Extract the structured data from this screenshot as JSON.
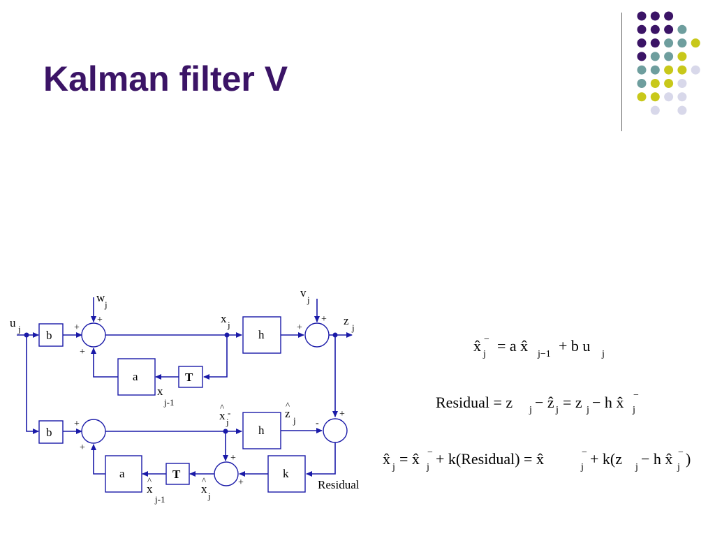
{
  "title": "Kalman filter V",
  "colors": {
    "title": "#3b1466",
    "diagram_lines": "#1a1aa8",
    "dots": [
      "#3b1466",
      "#6e9e9e",
      "#c8c81a",
      "#d8d8ea"
    ]
  },
  "diagram": {
    "block_b": "b",
    "block_h": "h",
    "block_a": "a",
    "block_T": "T",
    "block_k": "k",
    "label_u": "u",
    "label_w": "w",
    "label_v": "v",
    "label_x": "x",
    "label_z": "z",
    "label_residual": "Residual",
    "sub_j": "j",
    "sub_j_minus_1": "j-1",
    "sup_minus": "-",
    "hat": "^",
    "sign_plus": "+",
    "sign_minus": "-"
  },
  "equations": {
    "eq1": {
      "lhs": "x̂",
      "lhs_sub": "j",
      "lhs_sup": "−",
      "rhs": "= a x̂",
      "rhs_sub": "j−1",
      "tail": "+ b u",
      "tail_sub": "j"
    },
    "eq2": {
      "text": "Residual = z",
      "p2": "− ẑ",
      "p3": "= z",
      "p4": "− h x̂",
      "sub_j": "j",
      "sup_minus": "−"
    },
    "eq3": {
      "p1": "x̂",
      "p2": "= x̂",
      "p3": "+ k(Residual) = x̂",
      "p4": "+ k(z",
      "p5": "− h x̂",
      "close": ")",
      "sub_j": "j",
      "sup_minus": "−"
    }
  }
}
